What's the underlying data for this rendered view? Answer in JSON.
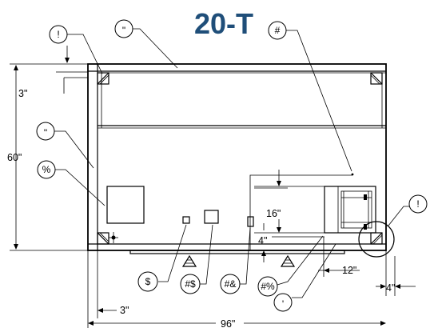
{
  "title": "20-T",
  "dimensions": {
    "top_offset": "3\"",
    "height": "60\"",
    "vent_height": "16\"",
    "vent_gap": "4\"",
    "front_offset": "12\"",
    "right_offset": "4\"",
    "left_offset": "3\"",
    "length": "96\""
  },
  "callouts": {
    "top_left_door": "!",
    "top_roof": "\"",
    "top_right": "#",
    "left_wall": "\"",
    "left_panel": "%",
    "bottom_1": "$",
    "bottom_2": "#$",
    "bottom_3": "#&",
    "bottom_4": "#%",
    "bottom_5": "'",
    "right_corner": "!"
  }
}
